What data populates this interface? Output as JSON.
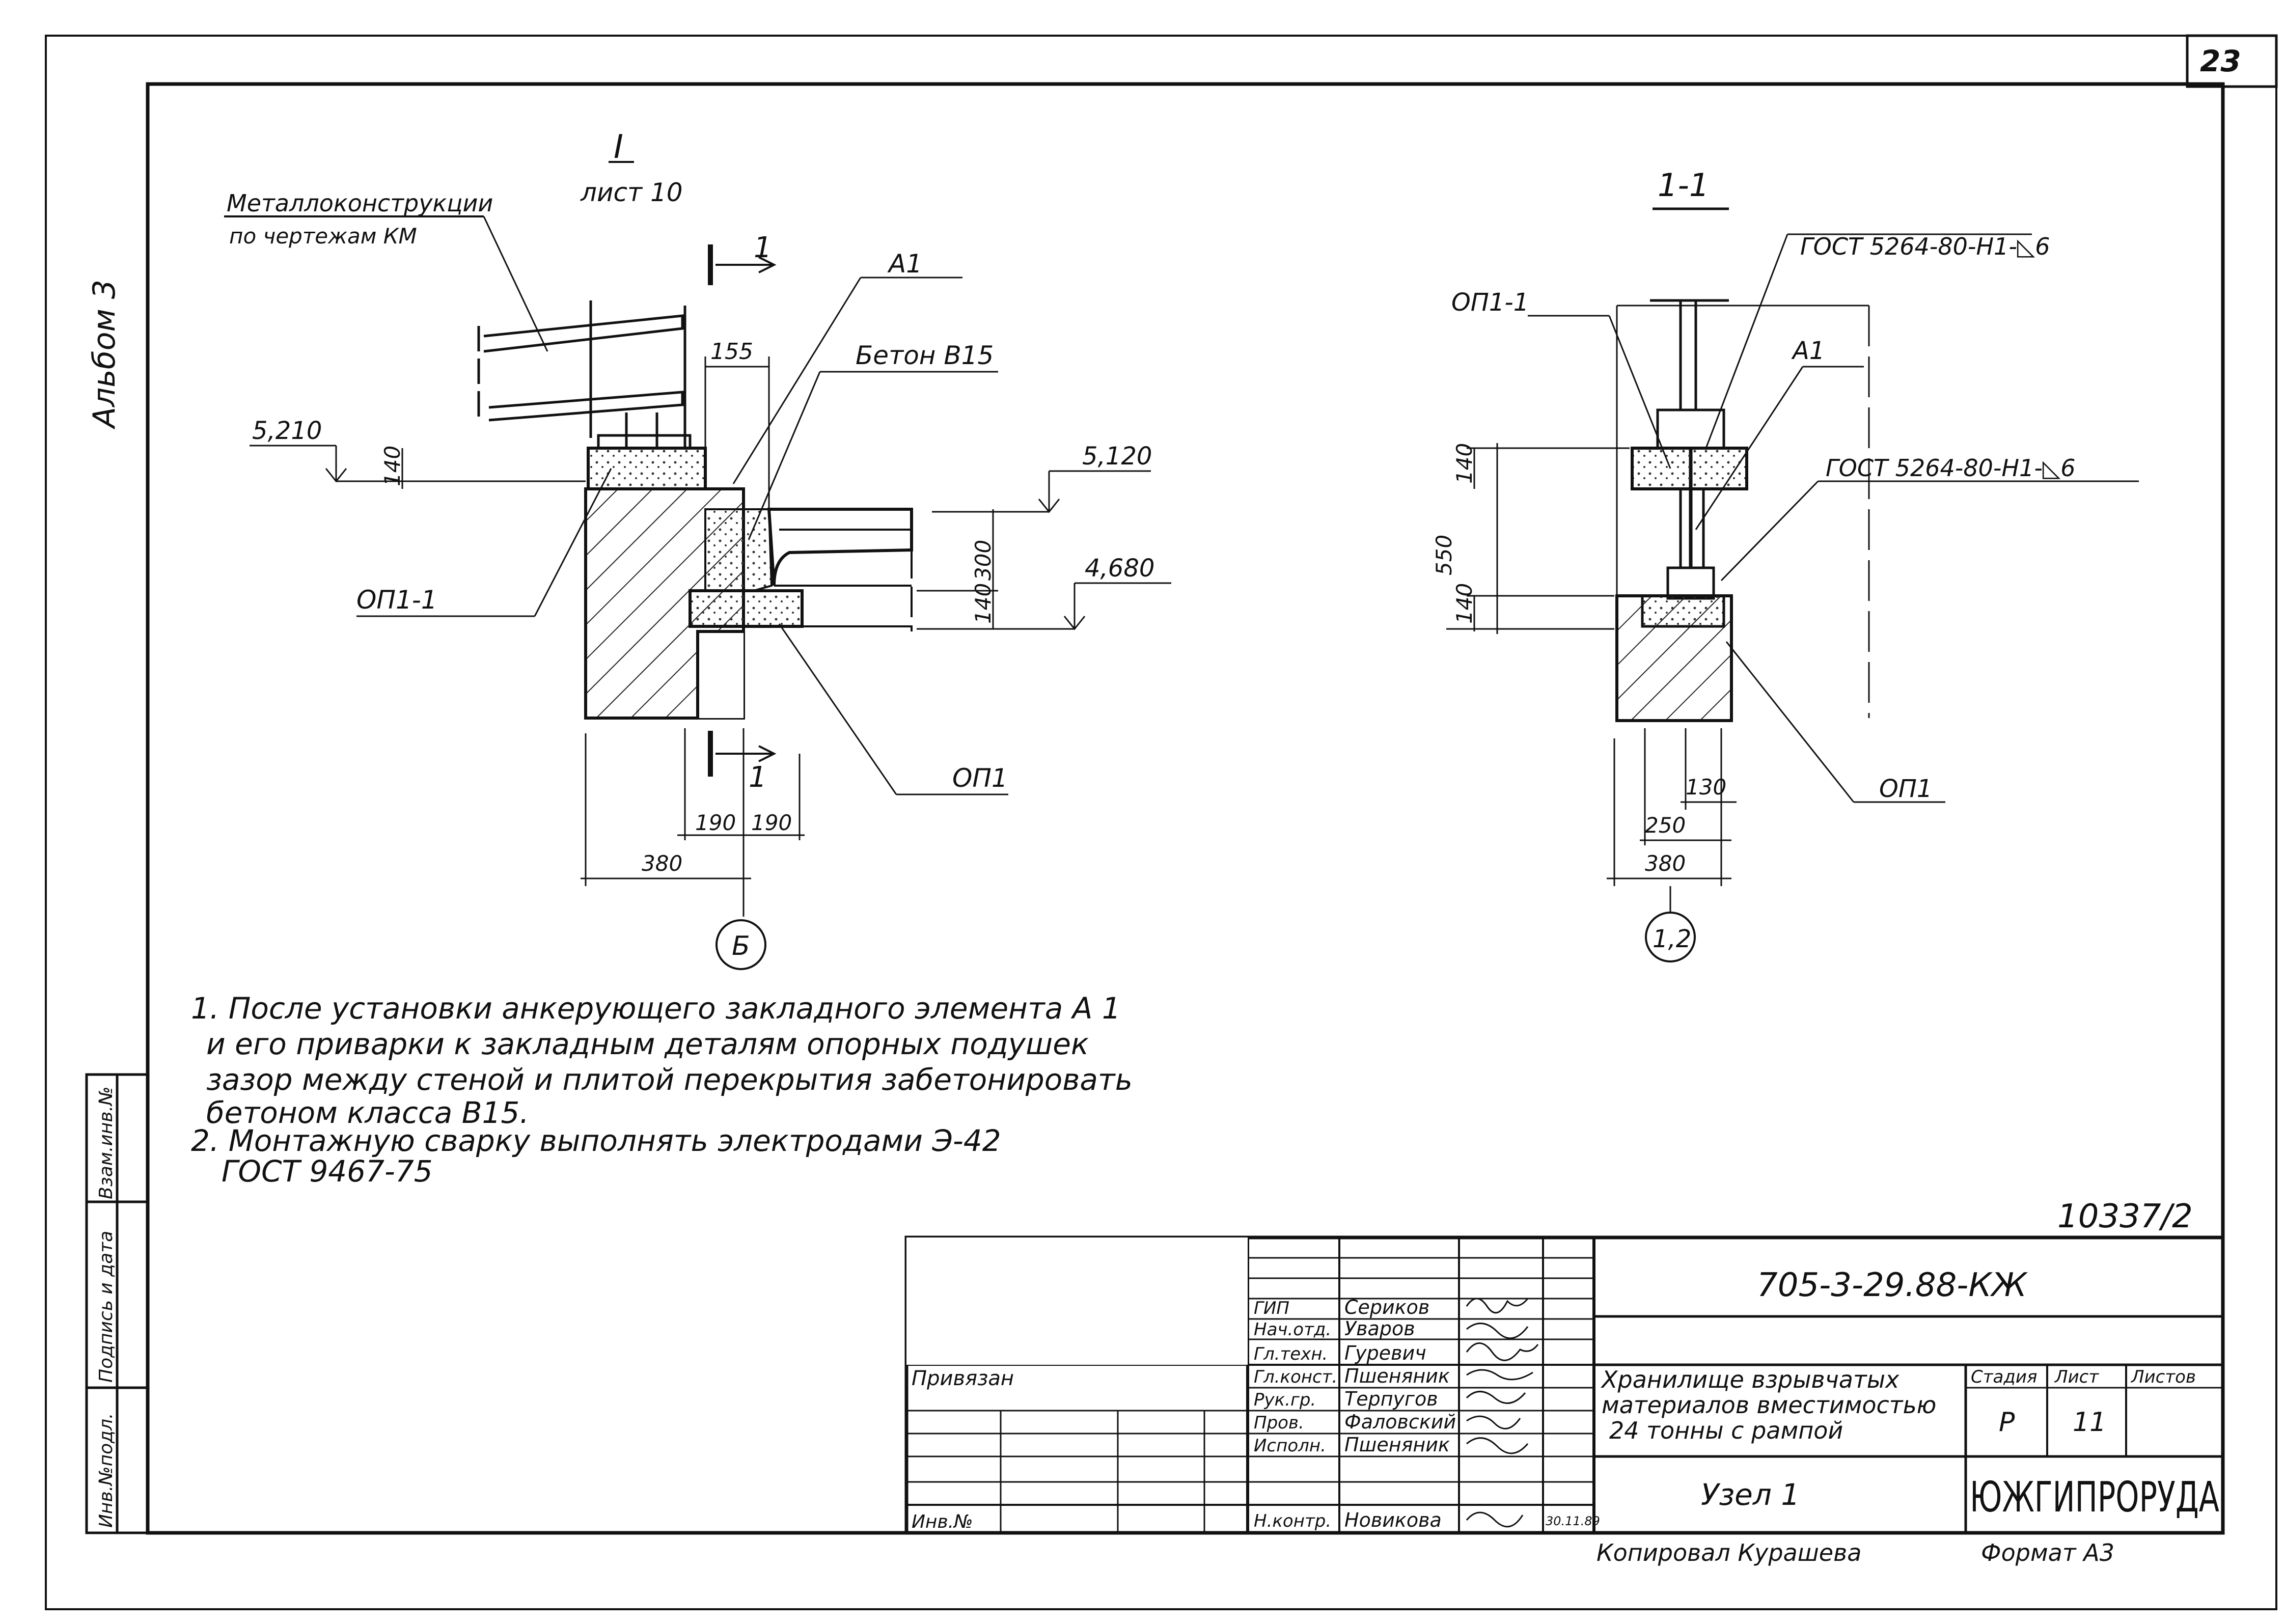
{
  "sheet": {
    "number": "23",
    "album": "Альбом 3",
    "archive_no": "10337/2"
  },
  "view_node": {
    "mark": "I",
    "ref": "лист 10",
    "steel_label_1": "Металлоконструкции",
    "steel_label_2": "по чертежам КМ",
    "section_mark": "1",
    "a1": "A1",
    "concrete": "Бетон В15",
    "level_top": "5,210",
    "level_right1": "5,120",
    "level_right2": "4,680",
    "dim_155": "155",
    "dim_140a": "140",
    "dim_300": "300",
    "dim_140b": "140",
    "op1_1": "ОП1-1",
    "op1": "ОП1",
    "dim_190a": "190",
    "dim_190b": "190",
    "dim_380": "380",
    "axis": "Б"
  },
  "view_section": {
    "title": "1-1",
    "weld_top": "ГОСТ 5264-80-Н1-◺6",
    "weld_bottom": "ГОСТ 5264-80-Н1-◺6",
    "op1_1": "ОП1-1",
    "a1": "A1",
    "dim_140a": "140",
    "dim_550": "550",
    "dim_140b": "140",
    "dim_130": "130",
    "dim_250": "250",
    "dim_380": "380",
    "op1": "ОП1",
    "axis": "1,2"
  },
  "notes": [
    "1. После установки анкерующего закладного элемента А 1",
    "и его приварки к закладным деталям опорных подушек",
    "зазор между стеной и плитой перекрытия забетонировать",
    "бетоном класса В15.",
    "2. Монтажную сварку выполнять электродами Э-42",
    "ГОСТ 9467-75"
  ],
  "side_stamp": {
    "inv_orig": "Инв.№подл.",
    "sign_date": "Подпись и дата",
    "replace_inv": "Взам.инв.№"
  },
  "title_block": {
    "privyazan": "Привязан",
    "inv_no": "Инв.№",
    "designation": "705-3-29.88-КЖ",
    "object_1": "Хранилище взрывчатых",
    "object_2": "материалов вместимостью",
    "object_3": "24 тонны с рампой",
    "drawing_name": "Узел 1",
    "stage_h": "Стадия",
    "sheet_h": "Лист",
    "sheets_h": "Листов",
    "stage": "Р",
    "sheet": "11",
    "company": "ЮЖГИПРОРУДА",
    "copied": "Копировал Курашева",
    "format": "Формат А3",
    "date": "30.11.89",
    "roles": [
      {
        "role": "ГИП",
        "name": "Сериков"
      },
      {
        "role": "Нач.отд.",
        "name": "Уваров"
      },
      {
        "role": "Гл.техн.",
        "name": "Гуревич"
      },
      {
        "role": "Гл.конст.",
        "name": "Пшеняник"
      },
      {
        "role": "Рук.гр.",
        "name": "Терпугов"
      },
      {
        "role": "Пров.",
        "name": "Фаловский"
      },
      {
        "role": "Исполн.",
        "name": "Пшеняник"
      },
      {
        "role": "Н.контр.",
        "name": "Новикова"
      }
    ]
  }
}
